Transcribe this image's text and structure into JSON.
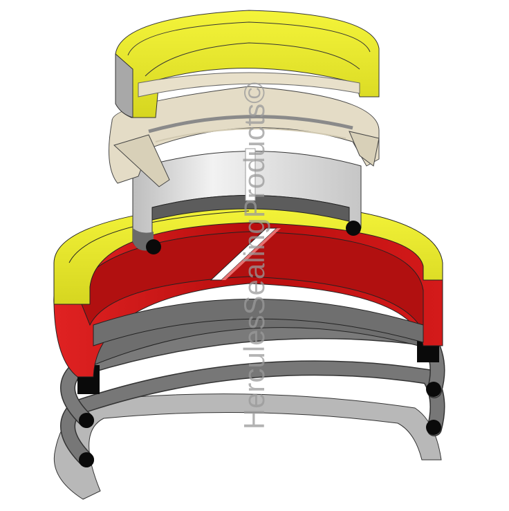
{
  "image": {
    "subject": "Exploded cutaway of hydraulic piston/rod seal assembly",
    "watermark": "HerculesSealingProducts©",
    "colors": {
      "yellow": "#e6e62a",
      "yellow_dark": "#b8b81c",
      "red": "#c41414",
      "red_dark": "#8e0c0c",
      "beige": "#e4dcc6",
      "beige_dark": "#c9bfa4",
      "steel": "#d4d4d4",
      "gray_ring": "#6e6e6e",
      "light_gray_ring": "#b4b4b4",
      "black": "#0a0a0a",
      "background": "#ffffff"
    },
    "parts": [
      {
        "name": "wiper-seal",
        "color": "yellow"
      },
      {
        "name": "u-cup-seal",
        "color": "beige"
      },
      {
        "name": "rod-bushing",
        "color": "steel"
      },
      {
        "name": "piston-seal-outer",
        "color": "yellow"
      },
      {
        "name": "piston-seal-energizer",
        "color": "red"
      },
      {
        "name": "backup-ring",
        "color": "gray"
      },
      {
        "name": "o-ring",
        "color": "gray"
      },
      {
        "name": "wear-band",
        "color": "light gray"
      }
    ]
  }
}
